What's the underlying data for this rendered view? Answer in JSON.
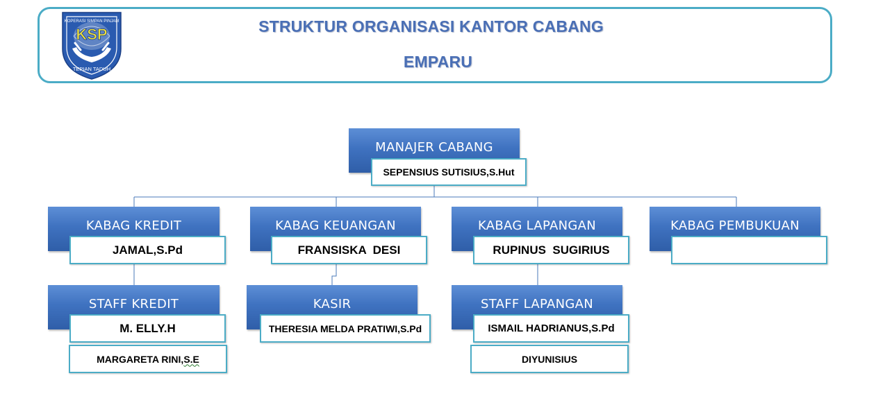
{
  "header": {
    "title_line1": "STRUKTUR ORGANISASI KANTOR CABANG",
    "title_line2": "EMPARU"
  },
  "logo": {
    "icon": "ksp-cooperative-logo",
    "top_text": "KOPERASI SIMPAN PINJAM",
    "center_text": "KSP",
    "bottom_text": "TEPIAN TADUH"
  },
  "org": {
    "manager": {
      "role": "MANAJER CABANG",
      "name": "SEPENSIUS SUTISIUS,S.Hut"
    },
    "kabag_kredit": {
      "role": "KABAG KREDIT",
      "name": "JAMAL,S.Pd"
    },
    "kabag_keuangan": {
      "role": "KABAG KEUANGAN",
      "name": "FRANSISKA  DESI"
    },
    "kabag_lapangan": {
      "role": "KABAG LAPANGAN",
      "name": "RUPINUS  SUGIRIUS"
    },
    "kabag_pembukuan": {
      "role": "KABAG PEMBUKUAN",
      "name": ""
    },
    "staff_kredit": {
      "role": "STAFF KREDIT",
      "names": [
        "M. ELLY.H",
        "MARGARETA RINI,",
        "S.E"
      ]
    },
    "kasir": {
      "role": "KASIR",
      "name": "THERESIA MELDA PRATIWI,S.Pd"
    },
    "staff_lapangan": {
      "role": "STAFF LAPANGAN",
      "names": [
        "ISMAIL HADRIANUS,S.Pd",
        "DIYUNISIUS"
      ]
    }
  },
  "colors": {
    "accent_border": "#4bacc6",
    "title_text": "#4a6fb5",
    "role_box": "#3f72c0",
    "logo_blue": "#2a5bb0",
    "logo_yellow": "#f2e23a"
  }
}
